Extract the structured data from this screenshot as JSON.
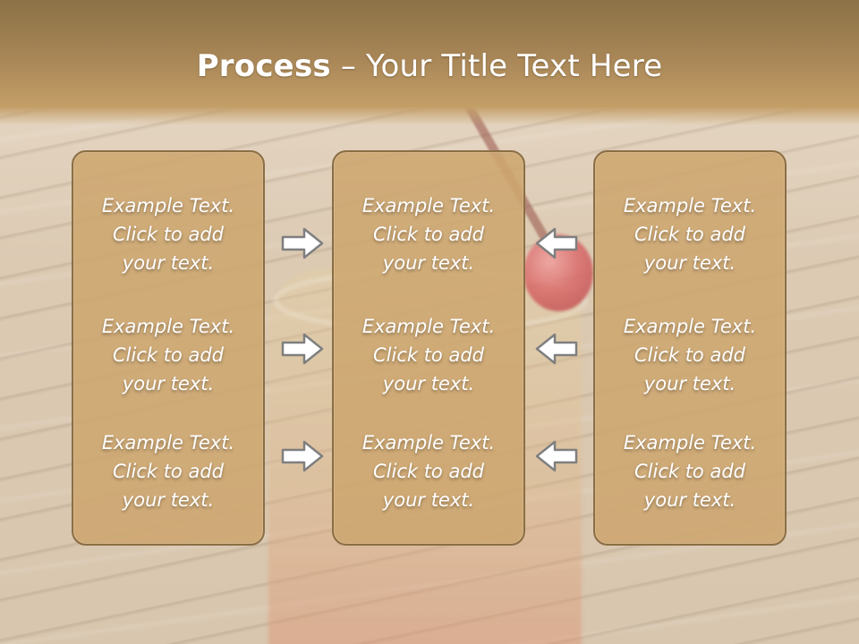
{
  "title": {
    "bold": "Process",
    "rest": " – Your Title Text Here"
  },
  "panels": [
    {
      "items": [
        "Example Text.\nClick  to add\nyour text.",
        "Example Text.\nClick  to add\nyour text.",
        "Example Text.\nClick  to add\nyour text."
      ]
    },
    {
      "items": [
        "Example Text.\nClick  to add\nyour text.",
        "Example Text.\nClick  to add\nyour text.",
        "Example Text.\nClick  to add\nyour text."
      ]
    },
    {
      "items": [
        "Example Text.\nClick  to add\nyour text.",
        "Example Text.\nClick  to add\nyour text.",
        "Example Text.\nClick  to add\nyour text."
      ]
    }
  ],
  "arrows": {
    "left_group": "right-arrow-icon",
    "right_group": "left-arrow-icon"
  },
  "colors": {
    "title_band": "#a78556",
    "panel_fill": "#cda670",
    "panel_border": "#8b6e45",
    "text": "#ffffff"
  }
}
